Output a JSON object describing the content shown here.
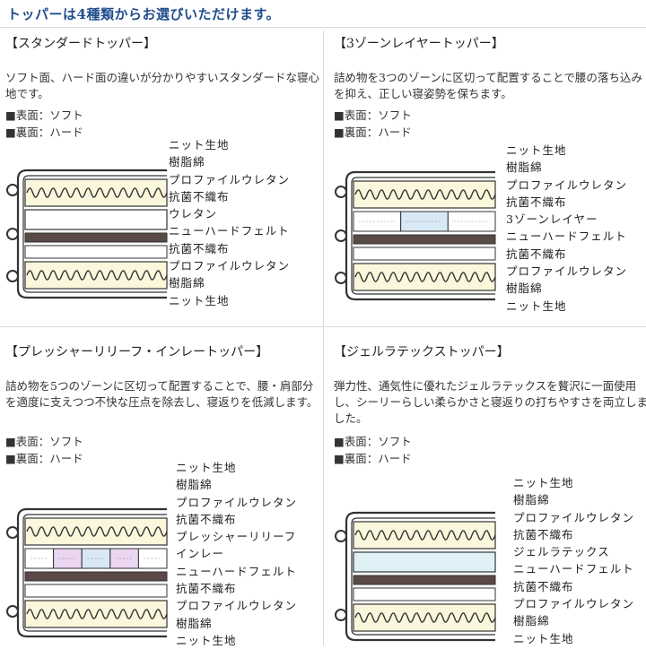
{
  "page": {
    "heading": "トッパーは4種類からお選びいただけます。"
  },
  "panels": [
    {
      "title": "【スタンダードトッパー】",
      "description": "ソフト面、ハード面の違いが分かりやすいスタンダードな寝心地です。",
      "surface_top": "■表面：ソフト",
      "surface_bottom": "■裏面：ハード",
      "layers": [
        "ニット生地",
        "樹脂綿",
        "プロファイルウレタン",
        "抗菌不織布",
        "ウレタン",
        "ニューハードフェルト",
        "抗菌不織布",
        "プロファイルウレタン",
        "樹脂綿",
        "ニット生地"
      ]
    },
    {
      "title": "【3ゾーンレイヤートッパー】",
      "description": "詰め物を3つのゾーンに区切って配置することで腰の落ち込みを抑え、正しい寝姿勢を保ちます。",
      "surface_top": "■表面：ソフト",
      "surface_bottom": "■裏面：ハード",
      "layers": [
        "ニット生地",
        "樹脂綿",
        "プロファイルウレタン",
        "抗菌不織布",
        "3ゾーンレイヤー",
        "ニューハードフェルト",
        "抗菌不織布",
        "プロファイルウレタン",
        "樹脂綿",
        "ニット生地"
      ]
    },
    {
      "title": "【プレッシャーリリーフ・インレートッパー】",
      "description": "詰め物を5つのゾーンに区切って配置することで、腰・肩部分を適度に支えつつ不快な圧点を除去し、寝返りを低減します。",
      "surface_top": "■表面：ソフト",
      "surface_bottom": "■裏面：ハード",
      "layers": [
        "ニット生地",
        "樹脂綿",
        "プロファイルウレタン",
        "抗菌不織布",
        "プレッシャーリリーフ",
        "インレー",
        "ニューハードフェルト",
        "抗菌不織布",
        "プロファイルウレタン",
        "樹脂綿",
        "ニット生地"
      ]
    },
    {
      "title": "【ジェルラテックストッパー】",
      "description": "弾力性、通気性に優れたジェルラテックスを贅沢に一面使用し、シーリーらしい柔らかさと寝返りの打ちやすさを両立しました。",
      "surface_top": "■表面：ソフト",
      "surface_bottom": "■裏面：ハード",
      "layers": [
        "ニット生地",
        "樹脂綿",
        "プロファイルウレタン",
        "抗菌不織布",
        "ジェルラテックス",
        "ニューハードフェルト",
        "抗菌不織布",
        "プロファイルウレタン",
        "樹脂綿",
        "ニット生地"
      ]
    }
  ],
  "colors": {
    "heading": "#1f4d8c",
    "foam": "#fbf7dc",
    "felt": "#5a4a47",
    "gel": "#dff1f7",
    "zone_blue": "#d8e8f5",
    "zone_pink": "#ead6ee"
  }
}
